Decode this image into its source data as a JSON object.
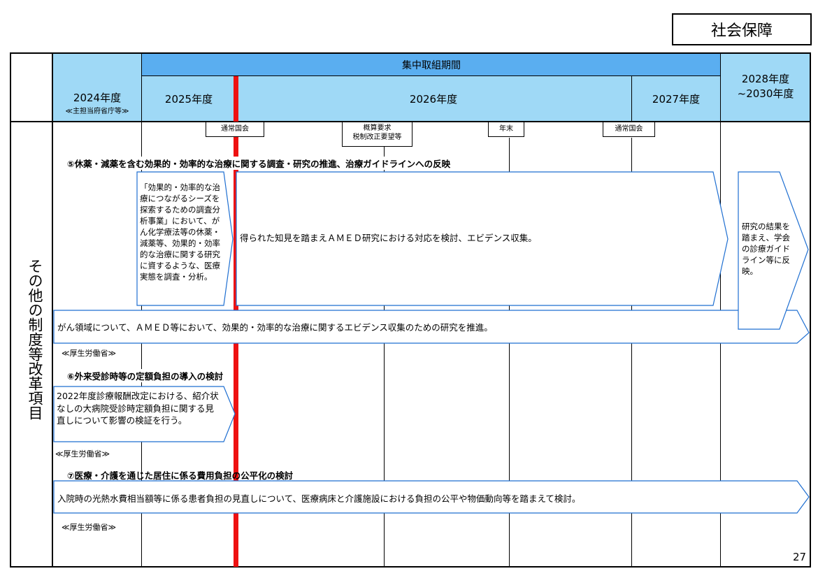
{
  "category_label": "社会保障",
  "page_number": "27",
  "header": {
    "focus_period": "集中取組期間",
    "fy2024": "2024年度",
    "fy2024_sub": "≪主担当府省庁等≫",
    "fy2025": "2025年度",
    "fy2026": "2026年度",
    "fy2027": "2027年度",
    "fy2028_line1": "2028年度",
    "fy2028_line2": "~2030年度"
  },
  "side_label": "その他の制度等改革項目",
  "milestones": {
    "diet1": "通常国会",
    "budget_request_line1": "概算要求",
    "budget_request_line2": "税制改正要望等",
    "year_end": "年末",
    "diet2": "通常国会"
  },
  "items": {
    "item5": {
      "title": "⑤休薬・減薬を含む効果的・効率的な治療に関する調査・研究の推進、治療ガイドラインへの反映",
      "arrow_survey": "「効果的・効率的な治療につながるシーズを探索するための調査分析事業」において、がん化学療法等の休薬・減薬等、効果的・効率的な治療に関する研究に資するような、医療実態を調査・分析。",
      "arrow_amed": "得られた知見を踏まえＡＭＥＤ研究における対応を検討、エビデンス収集。",
      "arrow_guideline": "研究の結果を踏まえ、学会の診療ガイドライン等に反映。",
      "arrow_cancer": "がん領域について、ＡＭＥＤ等において、効果的・効率的な治療に関するエビデンス収集のための研究を推進。",
      "ministry": "≪厚生労働省≫"
    },
    "item6": {
      "title": "⑥外来受診時等の定額負担の導入の検討",
      "arrow_text": "2022年度診療報酬改定における、紹介状なしの大病院受診時定額負担に関する見直しについて影響の検証を行う。",
      "ministry": "≪厚生労働省≫"
    },
    "item7": {
      "title": "⑦医療・介護を通じた居住に係る費用負担の公平化の検討",
      "arrow_text": "入院時の光熱水費相当額等に係る患者負担の見直しについて、医療病床と介護施設における負担の公平や物価動向等を踏まえて検討。",
      "ministry": "≪厚生労働省≫"
    }
  },
  "colors": {
    "header_light": "#9fd9f6",
    "header_dark": "#5aaef0",
    "arrow_stroke": "#1f6fd1",
    "today_line": "#ee1111"
  }
}
